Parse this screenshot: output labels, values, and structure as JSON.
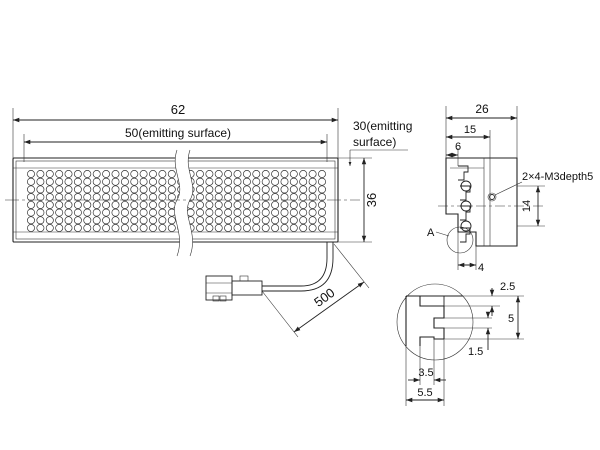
{
  "front_view": {
    "overall_length": "62",
    "emitting_length": "50(emitting surface)",
    "emitting_width_line1": "30(emitting",
    "emitting_width_line2": "surface)",
    "height": "36",
    "cable_length": "500"
  },
  "side_view": {
    "width": "26",
    "dim_15": "15",
    "dim_6": "6",
    "dim_14": "14",
    "dim_4": "4",
    "thread_note": "2×4-M3depth5",
    "detail_marker": "A"
  },
  "detail_a": {
    "dim_2_5": "2.5",
    "dim_5": "5",
    "dim_1_5": "1.5",
    "dim_3_5": "3.5",
    "dim_5_5": "5.5"
  }
}
